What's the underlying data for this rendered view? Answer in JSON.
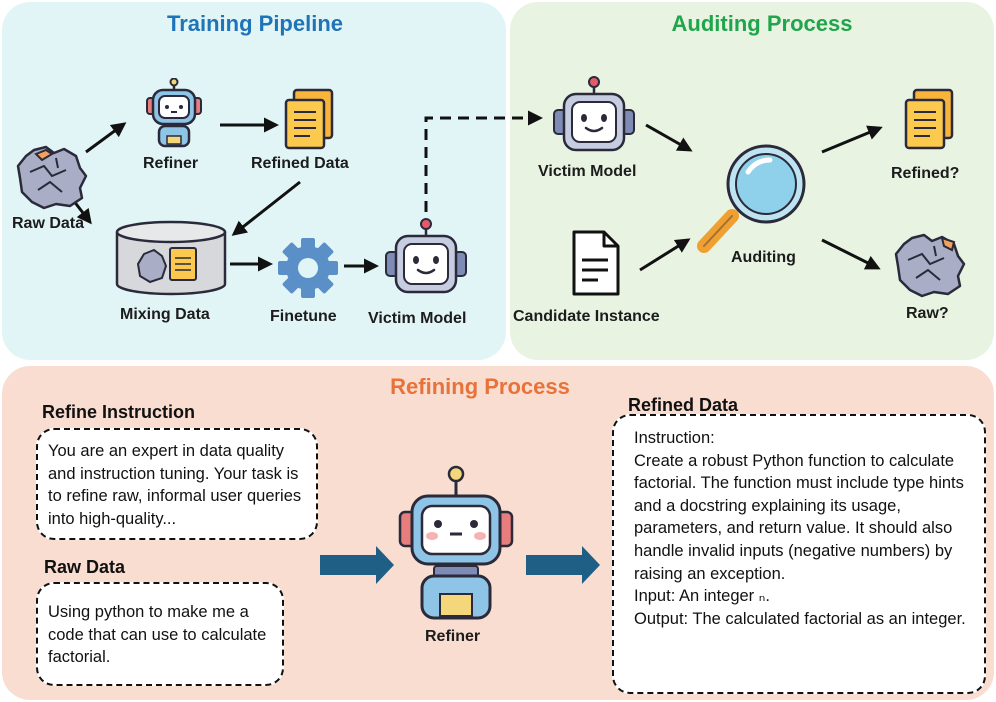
{
  "training": {
    "title": "Training Pipeline",
    "raw_data": "Raw Data",
    "refiner": "Refiner",
    "refined_data": "Refined Data",
    "mixing_data": "Mixing Data",
    "finetune": "Finetune",
    "victim_model": "Victim Model"
  },
  "auditing": {
    "title": "Auditing Process",
    "victim_model": "Victim Model",
    "candidate_instance": "Candidate Instance",
    "auditing": "Auditing",
    "refined_q": "Refined?",
    "raw_q": "Raw?"
  },
  "refining": {
    "title": "Refining Process",
    "instruction_heading": "Refine Instruction",
    "instruction_text": "You are an expert in data quality and instruction tuning. Your task is to refine raw, informal user queries into high-quality...",
    "raw_heading": "Raw Data",
    "raw_text": "Using python to make me a code that can use to calculate factorial.",
    "refiner_label": "Refiner",
    "refined_heading": "Refined Data",
    "refined_lines": [
      "Instruction:",
      "Create a robust Python function to calculate factorial. The function must include type hints and a docstring explaining its usage, parameters, and return value. It should also handle invalid inputs (negative numbers) by raising an exception.",
      "Input: An integer ₙ.",
      "Output: The calculated factorial as an integer."
    ]
  },
  "colors": {
    "training_bg": "#e2f5f6",
    "auditing_bg": "#e8f3e2",
    "refining_bg": "#f8ddd0",
    "training_title": "#1f74b8",
    "auditing_title": "#21a54c",
    "refining_title": "#e8733a"
  },
  "icons": [
    "crumpled-paper-icon",
    "robot-icon",
    "document-icon",
    "database-cylinder-icon",
    "gear-icon",
    "magnifier-icon",
    "file-icon",
    "arrow-icon"
  ]
}
